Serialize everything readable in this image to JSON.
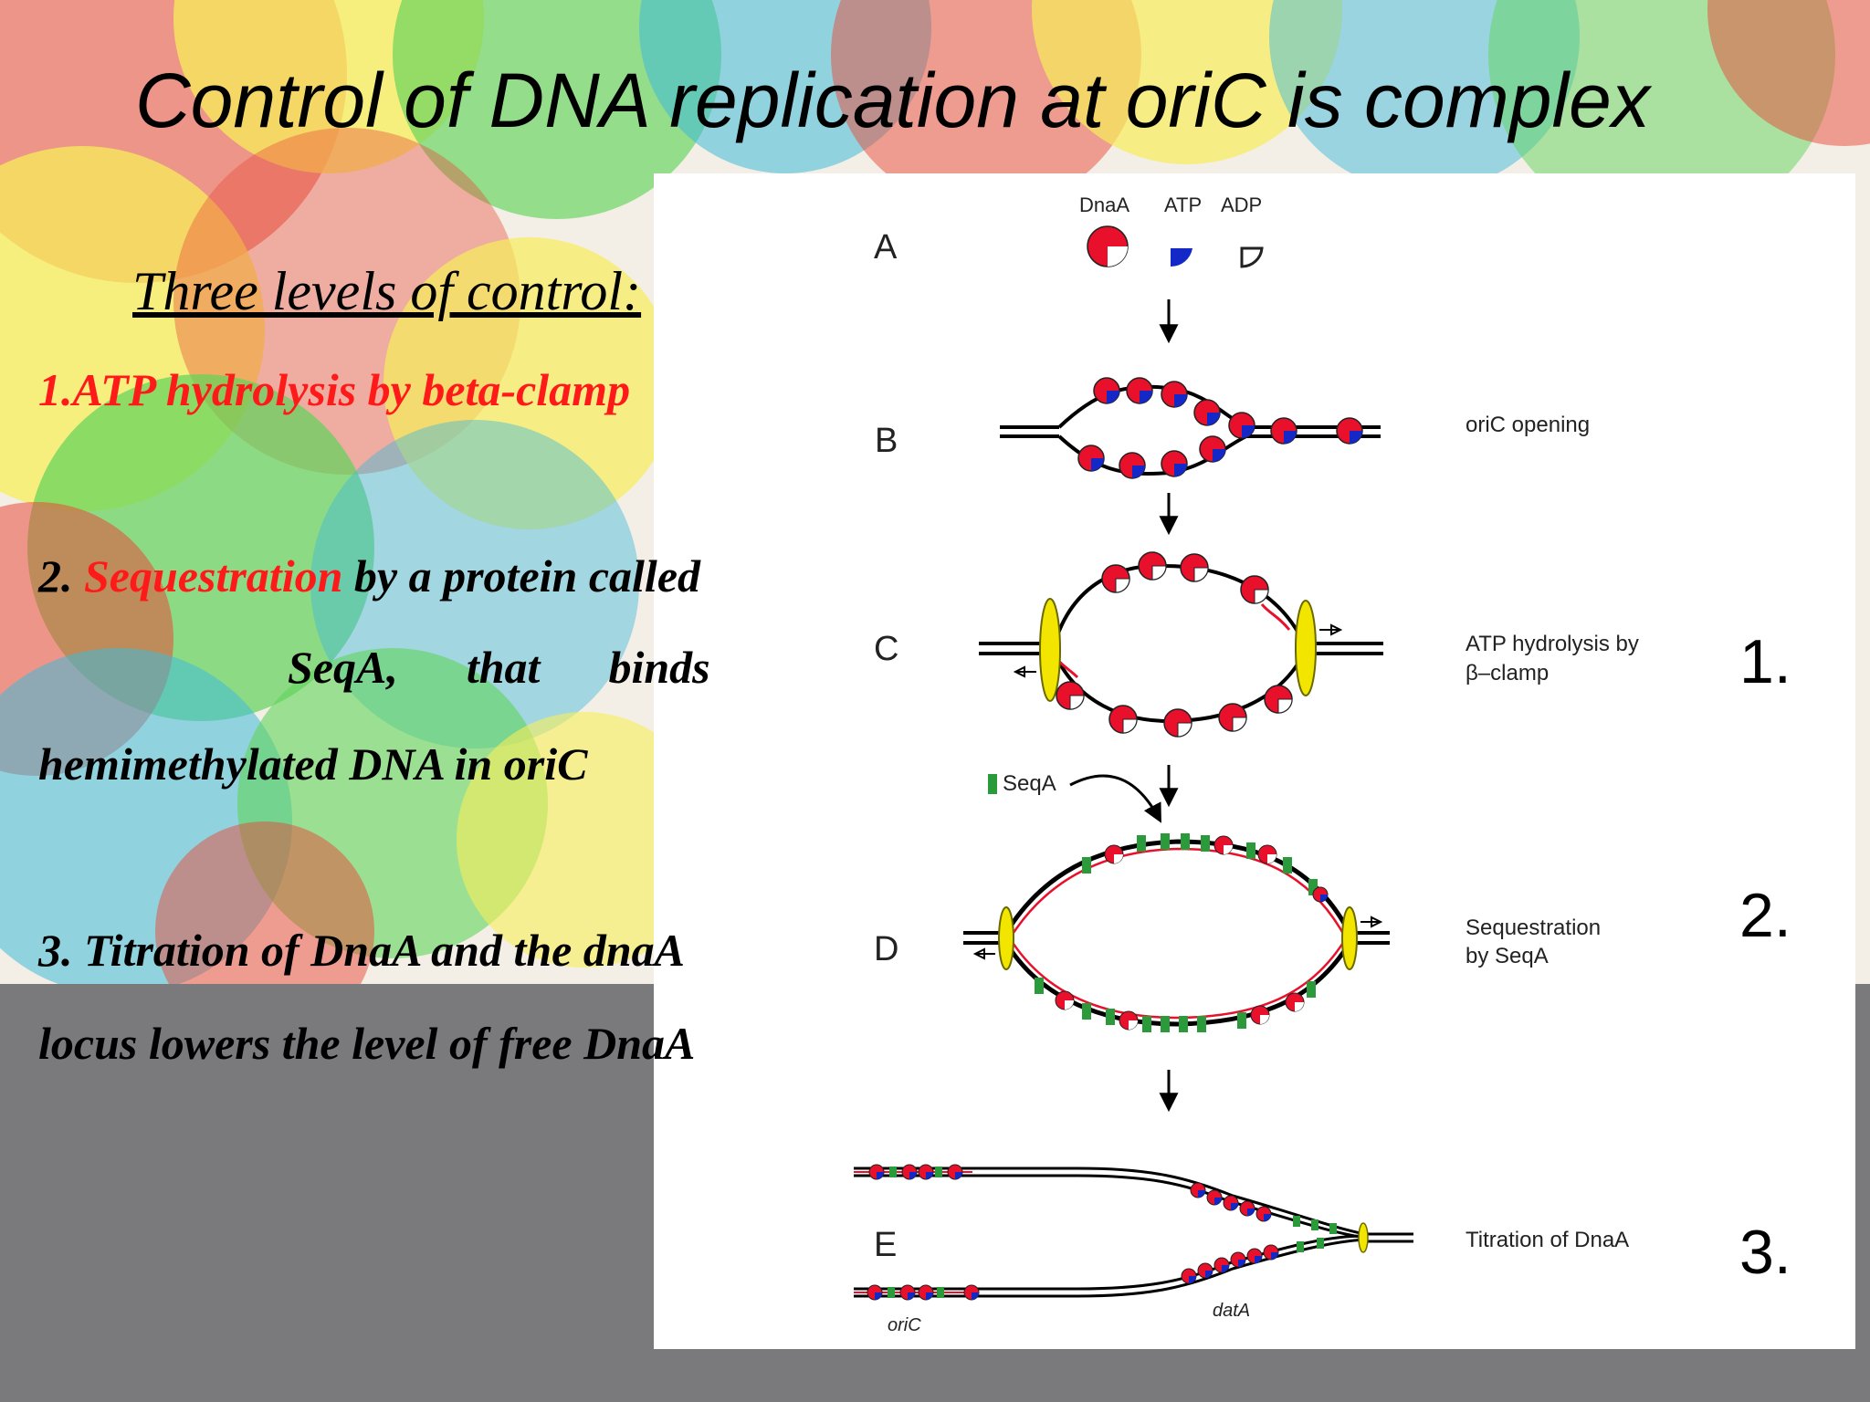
{
  "slide": {
    "title": "Control of DNA replication at oriC is complex",
    "subtitle": "Three levels of control:",
    "point1": "1.ATP hydrolysis by beta-clamp",
    "point2": {
      "prefix": "2. ",
      "highlight": "Sequestration",
      "rest": " by a protein called",
      "line2": "SeqA,      that      binds",
      "line3": "hemimethylated DNA  in oriC"
    },
    "point3": {
      "line1": "3. Titration of DnaA and the dnaA",
      "line2": "locus lowers the level of free DnaA"
    }
  },
  "figure": {
    "legend": {
      "dnaa": "DnaA",
      "atp": "ATP",
      "adp": "ADP"
    },
    "panels": [
      {
        "letter": "A",
        "caption": ""
      },
      {
        "letter": "B",
        "caption": "oriC opening"
      },
      {
        "letter": "C",
        "caption": [
          "ATP hydrolysis by",
          "β–clamp"
        ]
      },
      {
        "letter": "D",
        "caption": [
          "Sequestration",
          "by SeqA"
        ]
      },
      {
        "letter": "E",
        "caption": "Titration of DnaA"
      }
    ],
    "seqa_label": "SeqA",
    "locus_labels": {
      "oric": "oriC",
      "data": "datA"
    },
    "level_numbers": [
      "1.",
      "2.",
      "3."
    ]
  },
  "colors": {
    "highlight_red": "#ff1a1a",
    "dnaa_red": "#e8102a",
    "atp_blue": "#1428c8",
    "seqa_green": "#2a9a3a",
    "clamp_yellow": "#f2e600"
  }
}
